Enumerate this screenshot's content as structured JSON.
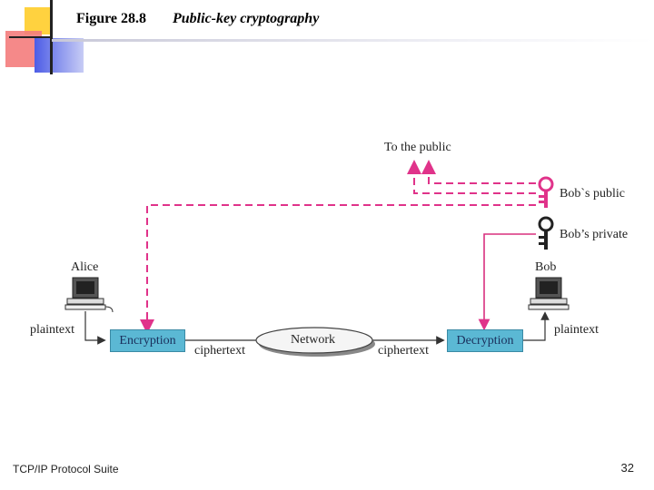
{
  "slide": {
    "figure_number": "Figure 28.8",
    "figure_title": "Public-key cryptography",
    "footer_left": "TCP/IP Protocol Suite",
    "page_number": "32"
  },
  "diagram": {
    "alice_label": "Alice",
    "bob_label": "Bob",
    "plaintext_left": "plaintext",
    "plaintext_right": "plaintext",
    "encryption_label": "Encryption",
    "decryption_label": "Decryption",
    "ciphertext_left": "ciphertext",
    "ciphertext_right": "ciphertext",
    "network_label": "Network",
    "to_public_label": "To the public",
    "bob_public_label": "Bob`s public",
    "bob_private_label": "Bob’s private"
  },
  "colors": {
    "dashed_flow": "#e0338a",
    "private_flow": "#d9307f",
    "box_fill": "#5bb8d4",
    "accent_yellow": "#ffd23f",
    "accent_red": "#f25a5a",
    "accent_blue": "#4d5de6"
  }
}
